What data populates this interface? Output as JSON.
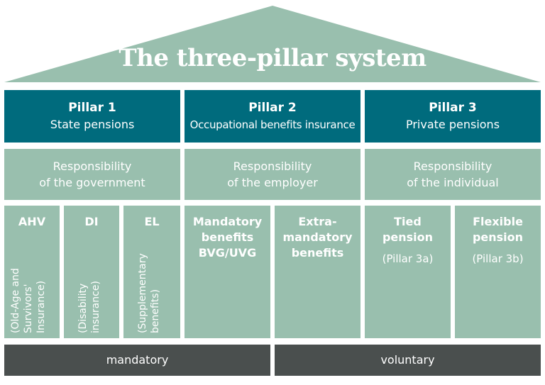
{
  "title": "The three-pillar system",
  "pillars": [
    {
      "name": "Pillar 1",
      "subtitle": "State pensions",
      "responsibility": [
        "Responsibility",
        "of the government"
      ]
    },
    {
      "name": "Pillar 2",
      "subtitle": "Occupational benefits insurance",
      "responsibility": [
        "Responsibility",
        "of the employer"
      ]
    },
    {
      "name": "Pillar 3",
      "subtitle": "Private pensions",
      "responsibility": [
        "Responsibility",
        "of the individual"
      ]
    }
  ],
  "columns": {
    "ahv": {
      "title": "AHV",
      "desc": "(Old-Age and\nSurvivors'\nInsurance)"
    },
    "di": {
      "title": "DI",
      "desc": "(Disability\ninsurance)"
    },
    "el": {
      "title": "EL",
      "desc": "(Supplementary\nbenefits)"
    },
    "mandatory_benefits": {
      "title": "Mandatory\nbenefits\nBVG/UVG"
    },
    "extra_mandatory": {
      "title": "Extra-\nmandatory\nbenefits"
    },
    "tied": {
      "title": "Tied\npension",
      "desc": "(Pillar 3a)"
    },
    "flexible": {
      "title": "Flexible\npension",
      "desc": "(Pillar 3b)"
    }
  },
  "footer": {
    "mandatory": "mandatory",
    "voluntary": "voluntary"
  },
  "colors": {
    "roof": "#99bfae",
    "pillar_header": "#006b7d",
    "light_green": "#99bfae",
    "footer": "#4a4f4e"
  }
}
